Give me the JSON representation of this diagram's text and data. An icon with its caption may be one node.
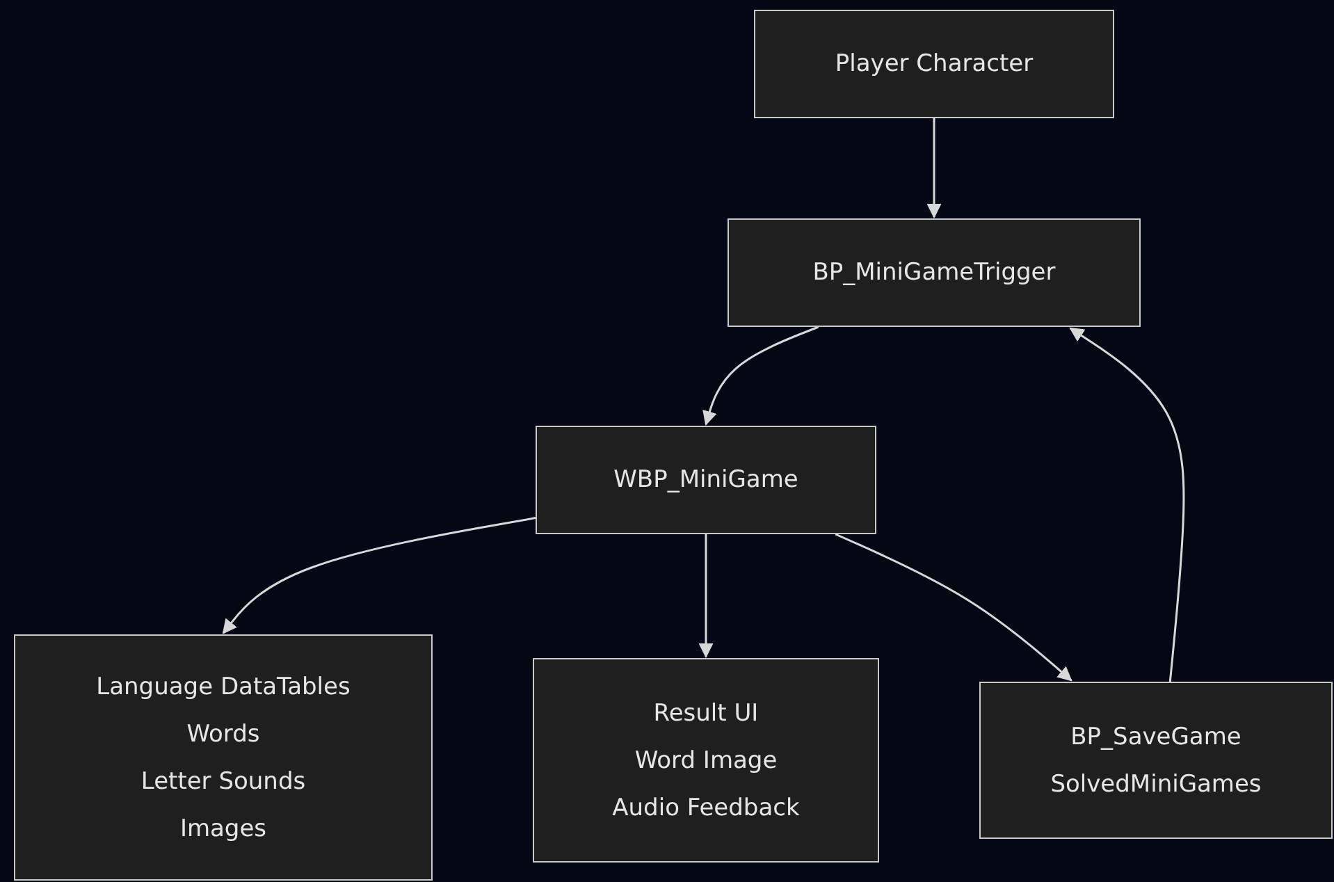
{
  "diagram": {
    "nodes": [
      {
        "text": [
          "Player Character"
        ]
      },
      {
        "text": [
          "BP_MiniGameTrigger"
        ]
      },
      {
        "text": [
          "WBP_MiniGame"
        ]
      },
      {
        "text": [
          "Language DataTables",
          "Words",
          "Letter Sounds",
          "Images"
        ]
      },
      {
        "text": [
          "Result UI",
          "Word Image",
          "Audio Feedback"
        ]
      },
      {
        "text": [
          "BP_SaveGame",
          "SolvedMiniGames"
        ]
      }
    ],
    "edges": [
      {
        "from": 0,
        "to": 1,
        "arrow": "to"
      },
      {
        "from": 1,
        "to": 2,
        "arrow": "to"
      },
      {
        "from": 2,
        "to": 3,
        "arrow": "to"
      },
      {
        "from": 2,
        "to": 4,
        "arrow": "to"
      },
      {
        "from": 2,
        "to": 5,
        "arrow": "to"
      },
      {
        "from": 5,
        "to": 1,
        "arrow": "to"
      }
    ]
  }
}
